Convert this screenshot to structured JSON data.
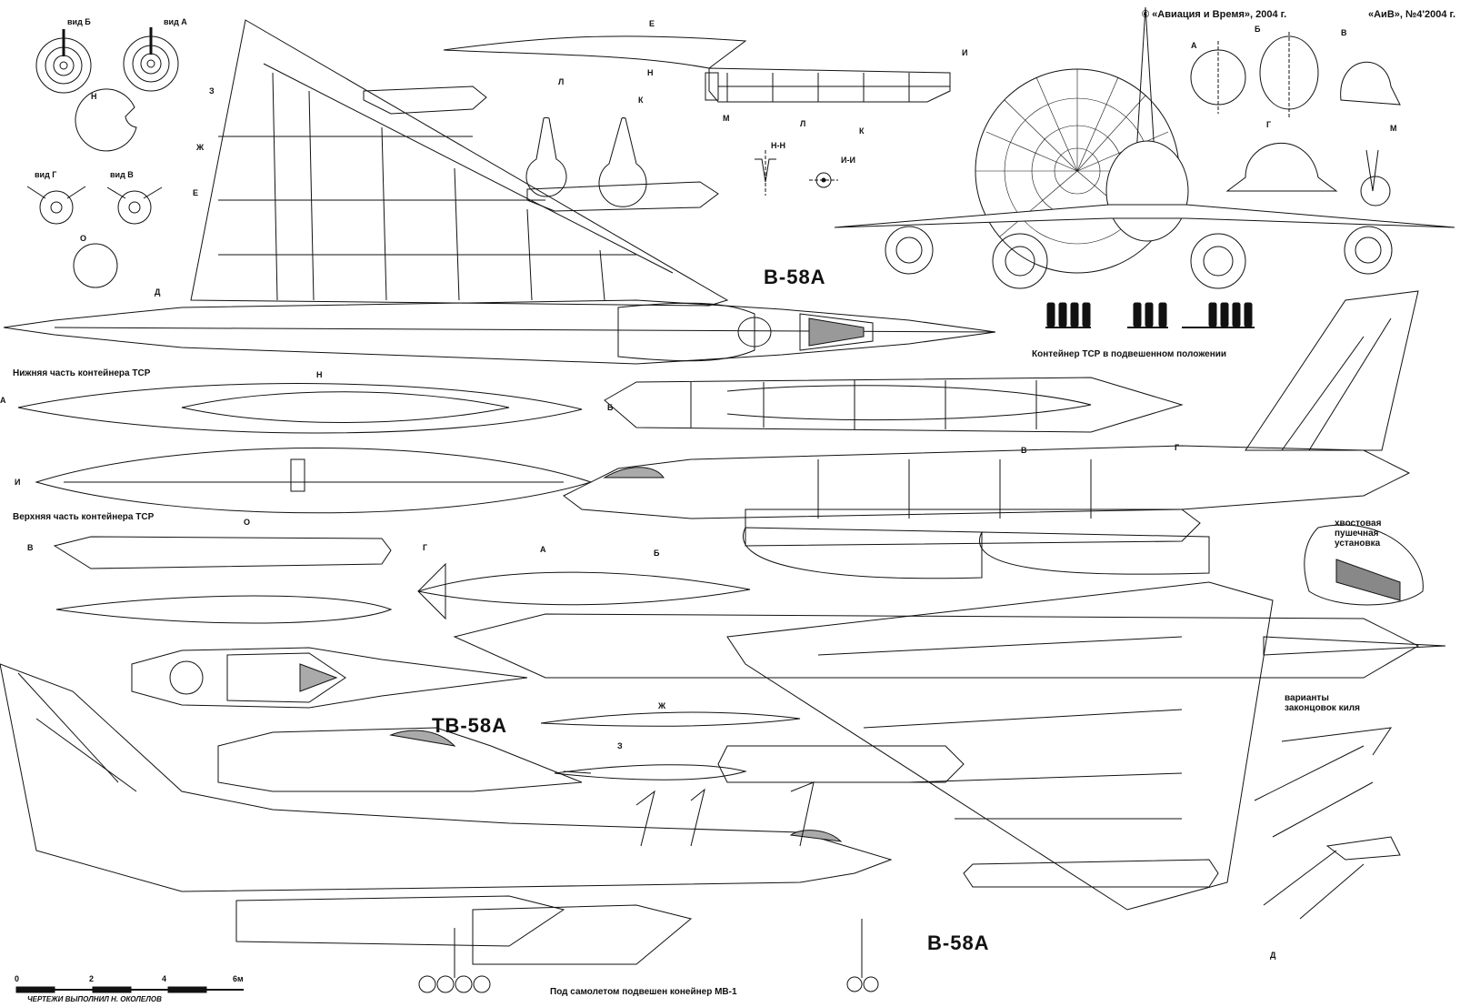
{
  "header": {
    "copyright": "© «Авиация и Время», 2004 г.",
    "issue": "«АиВ», №4'2004 г."
  },
  "titles": {
    "b58a_top": "B-58A",
    "b58a_bottom": "B-58A",
    "tb58a": "TB-58A"
  },
  "captions": {
    "pod_bottom": "Нижняя часть контейнера ТСР",
    "pod_top": "Верхняя часть контейнера ТСР",
    "pod_hanging": "Контейнер ТСР в подвешенном положении",
    "tail_gun": "хвостовая пушечная установка",
    "fin_tips": "варианты законцовок киля",
    "mb1": "Под самолетом подвешен конейнер МВ-1",
    "credits": "ЧЕРТЕЖИ ВЫПОЛНИЛ Н. ОКОЛЕЛОВ"
  },
  "views": {
    "vid_b": "вид Б",
    "vid_a": "вид А",
    "vid_g": "вид Г",
    "vid_v": "вид В",
    "nn": "Н-Н",
    "ii": "И-И"
  },
  "section_letters": {
    "n1": "Н",
    "z1": "З",
    "zh1": "Ж",
    "e1": "Е",
    "o1": "О",
    "d1": "Д",
    "e2": "Е",
    "n2": "Н",
    "m1": "М",
    "l1": "Л",
    "k1": "К",
    "l2": "Л",
    "k2": "К",
    "i1": "И",
    "a1": "А",
    "b1": "Б",
    "v1": "В",
    "g1": "Г",
    "m2": "М",
    "n3": "Н",
    "a2": "А",
    "b2": "Б",
    "i2": "И",
    "o2": "О",
    "v2": "В",
    "g2": "Г",
    "a3": "А",
    "b3": "Б",
    "v3": "В",
    "g3": "Г",
    "zh2": "Ж",
    "z2": "З",
    "d2": "Д"
  },
  "scale": {
    "ticks": [
      "0",
      "2",
      "4",
      "6м"
    ]
  }
}
